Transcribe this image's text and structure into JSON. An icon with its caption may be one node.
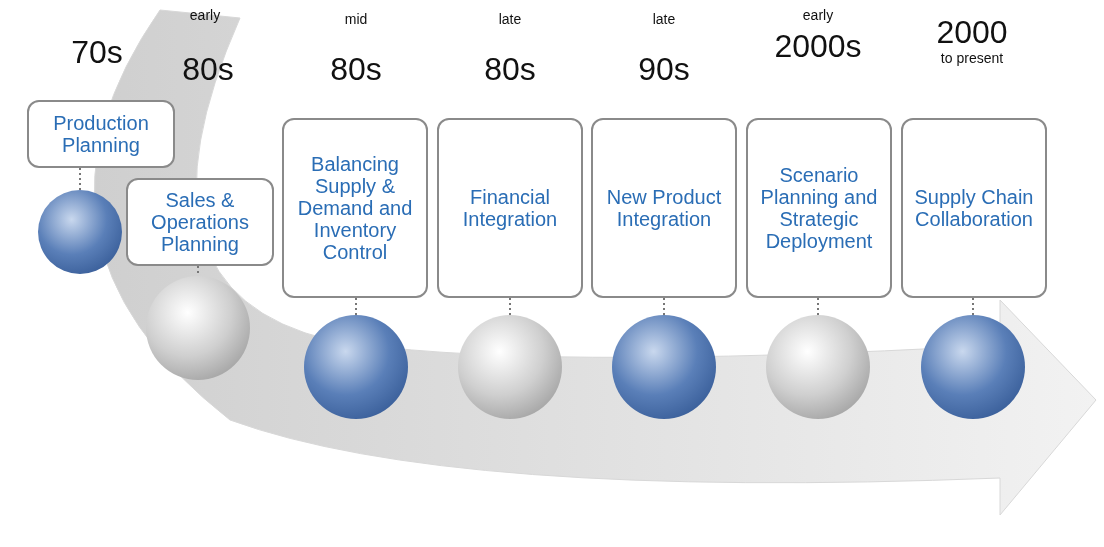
{
  "diagram": {
    "nodes": [
      {
        "text": [
          "Production Planning"
        ]
      },
      {
        "text": [],
        "shape": "circle"
      },
      {
        "text": [
          "Sales & Operations Planning"
        ]
      },
      {
        "text": [],
        "shape": "circle"
      },
      {
        "text": [
          "Balancing Supply & Demand and Inventory Control"
        ]
      },
      {
        "text": [],
        "shape": "circle"
      },
      {
        "text": [
          "Financial Integration"
        ]
      },
      {
        "text": [],
        "shape": "circle"
      },
      {
        "text": [
          "New Product Integration"
        ]
      },
      {
        "text": [],
        "shape": "circle"
      },
      {
        "text": [
          "Scenario Planning and Strategic Deployment"
        ]
      },
      {
        "text": [],
        "shape": "circle"
      },
      {
        "text": [
          "Supply Chain Collaboration"
        ]
      },
      {
        "text": [],
        "shape": "circle"
      }
    ],
    "edges": [
      {
        "from": 0,
        "to": 1,
        "arrow": "none",
        "style": "dashed"
      },
      {
        "from": 2,
        "to": 3,
        "arrow": "none",
        "style": "dashed"
      },
      {
        "from": 4,
        "to": 5,
        "arrow": "none",
        "style": "dashed"
      },
      {
        "from": 6,
        "to": 7,
        "arrow": "none",
        "style": "dashed"
      },
      {
        "from": 8,
        "to": 9,
        "arrow": "none",
        "style": "dashed"
      },
      {
        "from": 10,
        "to": 11,
        "arrow": "none",
        "style": "dashed"
      },
      {
        "from": 12,
        "to": 13,
        "arrow": "none",
        "style": "dashed"
      }
    ],
    "labels": [
      "70s",
      "early",
      "80s",
      "mid",
      "80s",
      "late",
      "80s",
      "late",
      "90s",
      "early",
      "2000s",
      "2000",
      "to present"
    ]
  }
}
